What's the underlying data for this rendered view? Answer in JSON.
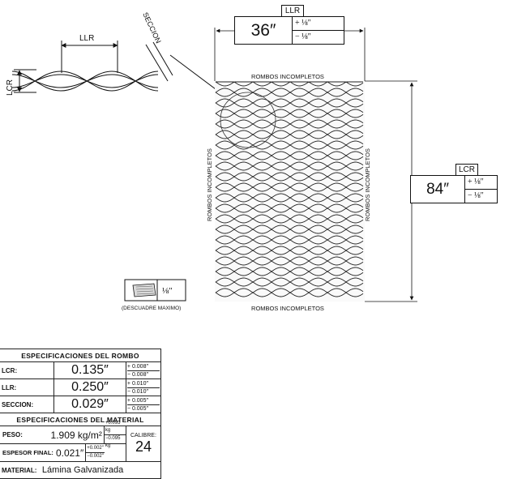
{
  "left_detail": {
    "llr_label": "LLR",
    "seccion_label": "SECCION",
    "lcr_label": "LCR"
  },
  "width_box": {
    "header": "LLR",
    "value": "36″",
    "plus": "+ ⅛″",
    "minus": "− ⅛″"
  },
  "height_box": {
    "header": "LCR",
    "value": "84″",
    "plus": "+ ⅛″",
    "minus": "− ⅛″"
  },
  "mesh_labels": {
    "top": "ROMBOS INCOMPLETOS",
    "bottom": "ROMBOS INCOMPLETOS",
    "left": "ROMBOS INCOMPLETOS",
    "right": "ROMBOS INCOMPLETOS"
  },
  "squareness": {
    "value": "⅛″",
    "caption": "(DESCUADRE MAXIMO)"
  },
  "spec_table": {
    "diamond_title": "ESPECIFICACIONES DEL ROMBO",
    "rows": [
      {
        "label": "LCR:",
        "value": "0.135″",
        "plus": "+ 0.008″",
        "minus": "− 0.008″"
      },
      {
        "label": "LLR:",
        "value": "0.250″",
        "plus": "+ 0.010″",
        "minus": "− 0.010″"
      },
      {
        "label": "SECCION:",
        "value": "0.029″",
        "plus": "+ 0.005″",
        "minus": "− 0.005″"
      }
    ],
    "material_title": "ESPECIFICACIONES DEL MATERIAL",
    "peso_label": "PESO:",
    "peso_value": "1.909 kg/m²",
    "peso_plus": "+0.095 kg",
    "peso_minus": "−0.095 kg",
    "espesor_label": "ESPESOR FINAL:",
    "espesor_value": "0.021″",
    "espesor_plus": "+0.002″",
    "espesor_minus": "−0.002″",
    "calibre_label": "CALIBRE:",
    "calibre_value": "24",
    "material_label": "MATERIAL:",
    "material_value": "Lámina Galvanizada"
  }
}
